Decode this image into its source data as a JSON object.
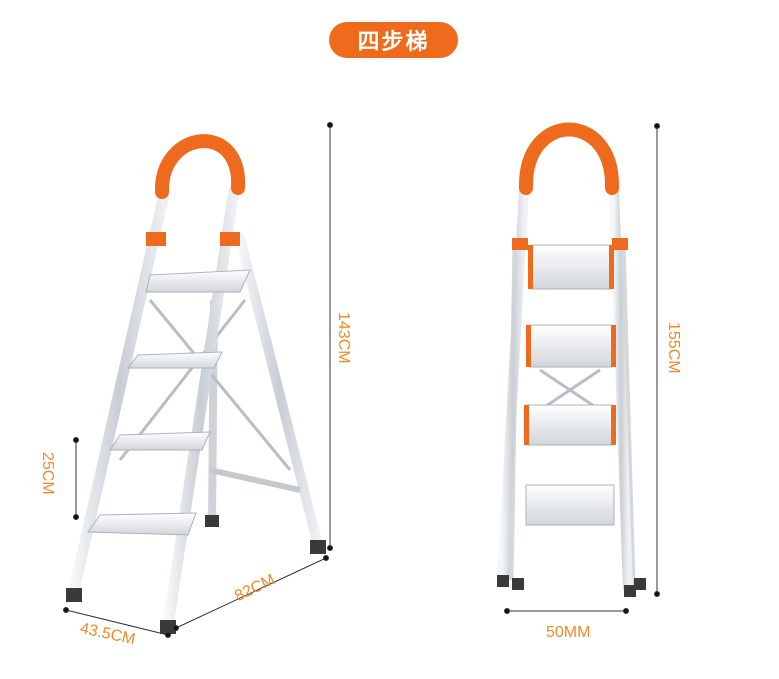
{
  "title": "四步梯",
  "dimensions": {
    "height_left": "143CM",
    "step_gap": "25CM",
    "depth": "82CM",
    "width_left": "43.5CM",
    "height_right": "155CM",
    "width_right": "50MM"
  },
  "colors": {
    "accent": "#ee6a1c",
    "dimension_text": "#f08a2a",
    "aluminum": "#d9dde2",
    "foot": "#3a3a3a"
  }
}
